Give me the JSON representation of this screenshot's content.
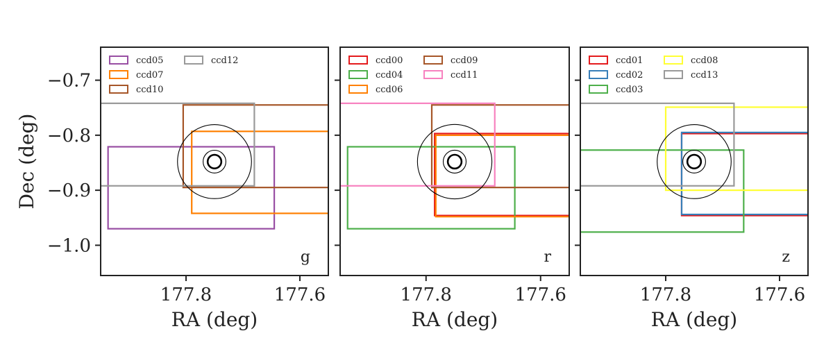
{
  "chart_data": [
    {
      "type": "footprint",
      "panel_label": "g",
      "xlabel": "RA (deg)",
      "ylabel": "Dec (deg)",
      "xlim": [
        177.95,
        177.55
      ],
      "ylim": [
        -1.055,
        -0.64
      ],
      "xticks": [
        177.8,
        177.6
      ],
      "yticks": [
        -0.7,
        -0.8,
        -0.9,
        -1.0
      ],
      "circle_center": [
        177.75,
        -0.848
      ],
      "circle_radii": [
        0.065,
        0.02,
        0.012
      ],
      "legend_columns": 2,
      "series": [
        {
          "name": "ccd05",
          "color": "#984ea3",
          "ra": [
            177.937,
            177.645
          ],
          "dec": [
            -0.97,
            -0.821
          ]
        },
        {
          "name": "ccd07",
          "color": "#ff7f00",
          "ra": [
            177.79,
            177.5
          ],
          "dec": [
            -0.942,
            -0.793
          ]
        },
        {
          "name": "ccd10",
          "color": "#a65628",
          "ra": [
            177.805,
            177.5
          ],
          "dec": [
            -0.895,
            -0.745
          ]
        },
        {
          "name": "ccd12",
          "color": "#999999",
          "ra": [
            177.96,
            177.68
          ],
          "dec": [
            -0.892,
            -0.742
          ]
        }
      ]
    },
    {
      "type": "footprint",
      "panel_label": "r",
      "xlabel": "RA (deg)",
      "ylabel": "",
      "xlim": [
        177.95,
        177.55
      ],
      "ylim": [
        -1.055,
        -0.64
      ],
      "xticks": [
        177.8,
        177.6
      ],
      "yticks": [
        -0.7,
        -0.8,
        -0.9,
        -1.0
      ],
      "circle_center": [
        177.75,
        -0.848
      ],
      "circle_radii": [
        0.065,
        0.02,
        0.012
      ],
      "legend_columns": 2,
      "series": [
        {
          "name": "ccd00",
          "color": "#e41a1c",
          "ra": [
            177.785,
            177.5
          ],
          "dec": [
            -0.946,
            -0.797
          ]
        },
        {
          "name": "ccd04",
          "color": "#4daf4a",
          "ra": [
            177.937,
            177.645
          ],
          "dec": [
            -0.97,
            -0.821
          ]
        },
        {
          "name": "ccd06",
          "color": "#ff7f00",
          "ra": [
            177.783,
            177.5
          ],
          "dec": [
            -0.948,
            -0.8
          ]
        },
        {
          "name": "ccd09",
          "color": "#a65628",
          "ra": [
            177.79,
            177.5
          ],
          "dec": [
            -0.895,
            -0.745
          ]
        },
        {
          "name": "ccd11",
          "color": "#f781bf",
          "ra": [
            177.96,
            177.68
          ],
          "dec": [
            -0.892,
            -0.742
          ]
        }
      ]
    },
    {
      "type": "footprint",
      "panel_label": "z",
      "xlabel": "RA (deg)",
      "ylabel": "",
      "xlim": [
        177.95,
        177.55
      ],
      "ylim": [
        -1.055,
        -0.64
      ],
      "xticks": [
        177.8,
        177.6
      ],
      "yticks": [
        -0.7,
        -0.8,
        -0.9,
        -1.0
      ],
      "circle_center": [
        177.75,
        -0.848
      ],
      "circle_radii": [
        0.065,
        0.02,
        0.012
      ],
      "legend_columns": 2,
      "series": [
        {
          "name": "ccd01",
          "color": "#e41a1c",
          "ra": [
            177.772,
            177.5
          ],
          "dec": [
            -0.946,
            -0.797
          ]
        },
        {
          "name": "ccd02",
          "color": "#377eb8",
          "ra": [
            177.772,
            177.5
          ],
          "dec": [
            -0.944,
            -0.795
          ]
        },
        {
          "name": "ccd03",
          "color": "#4daf4a",
          "ra": [
            177.96,
            177.663
          ],
          "dec": [
            -0.976,
            -0.827
          ]
        },
        {
          "name": "ccd08",
          "color": "#ffff33",
          "ra": [
            177.8,
            177.5
          ],
          "dec": [
            -0.9,
            -0.749
          ]
        },
        {
          "name": "ccd13",
          "color": "#999999",
          "ra": [
            177.96,
            177.68
          ],
          "dec": [
            -0.892,
            -0.742
          ]
        }
      ]
    }
  ]
}
